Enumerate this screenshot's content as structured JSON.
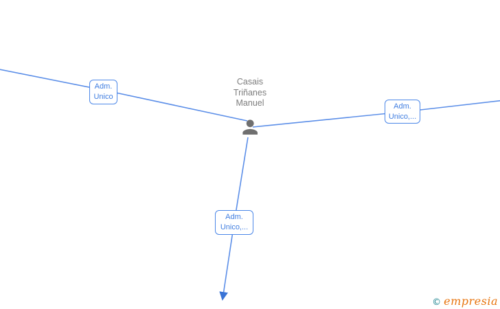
{
  "graph": {
    "center_node": {
      "name": "Casais Triñanes Manuel",
      "name_lines": [
        "Casais",
        "Triñanes",
        "Manuel"
      ],
      "icon": "person-icon"
    },
    "edge_nodes": [
      {
        "id": "left",
        "label": "Adm. Unico",
        "label_lines": [
          "Adm.",
          "Unico"
        ]
      },
      {
        "id": "right",
        "label": "Adm. Unico,...",
        "label_lines": [
          "Adm.",
          "Unico,..."
        ]
      },
      {
        "id": "bottom",
        "label": "Adm. Unico,...",
        "label_lines": [
          "Adm.",
          "Unico,..."
        ]
      }
    ]
  },
  "watermark": {
    "copyright": "©",
    "brand": "empresia"
  },
  "colors": {
    "edge_blue": "#5b8ee8",
    "node_border_blue": "#4a86e8",
    "node_text_blue": "#3f7de0",
    "arrow_blue": "#3a74d6",
    "label_gray": "#7c7c7c",
    "icon_gray": "#6f6f6f",
    "logo_orange": "#e8750f",
    "logo_teal": "#16808c",
    "background": "#ffffff"
  }
}
